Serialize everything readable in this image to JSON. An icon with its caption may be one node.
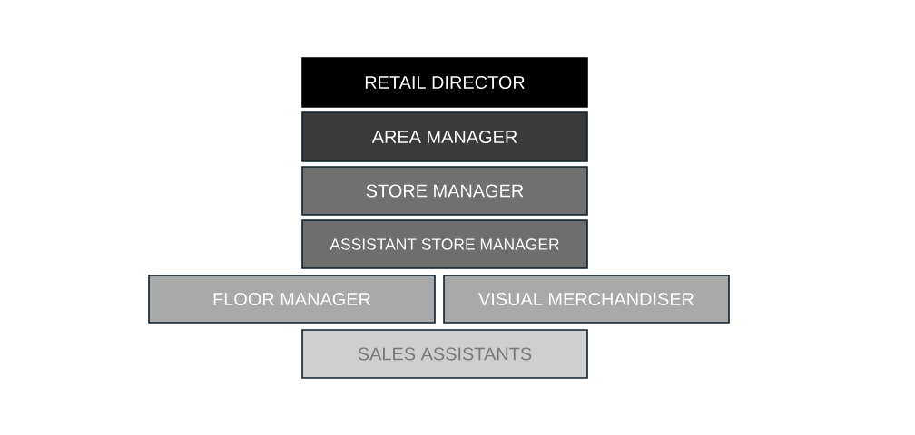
{
  "diagram": {
    "nodes": [
      {
        "text": [
          "RETAIL DIRECTOR"
        ]
      },
      {
        "text": [
          "AREA MANAGER"
        ]
      },
      {
        "text": [
          "STORE MANAGER"
        ]
      },
      {
        "text": [
          "ASSISTANT STORE MANAGER"
        ]
      },
      {
        "text": [
          "FLOOR MANAGER"
        ]
      },
      {
        "text": [
          "VISUAL MERCHANDISER"
        ]
      },
      {
        "text": [
          "SALES ASSISTANTS"
        ]
      }
    ]
  }
}
